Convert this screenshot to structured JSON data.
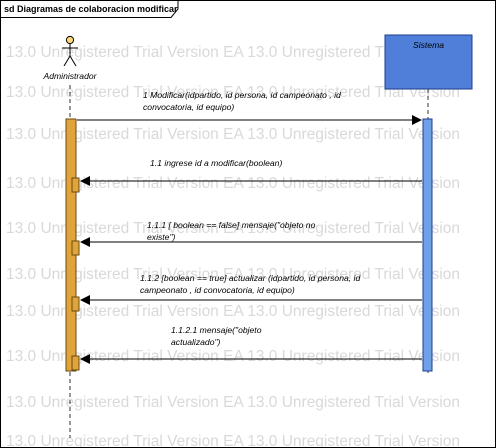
{
  "frame": {
    "label": "sd Diagramas de colaboracion modificar"
  },
  "watermark": {
    "text": "13.0 Unregistered Trial Version   EA 13.0 Unregistered Trial Version"
  },
  "actor": {
    "name": "Administrador"
  },
  "system": {
    "name": "Sistema"
  },
  "colors": {
    "actor_bar": "#e0a43a",
    "system_bar": "#6fa0e8",
    "system_box": "#4f7fd8"
  },
  "messages": [
    {
      "lines": [
        "1 Modificar(idpartido, id persona, id campeonato , id",
        "convocatoria, id equipo)"
      ]
    },
    {
      "lines": [
        "1.1 ingrese id a modificar(boolean)"
      ]
    },
    {
      "lines": [
        "1.1.1 [ boolean == false] mensaje(\"objeto no",
        "existe\")"
      ]
    },
    {
      "lines": [
        "1.1.2  [boolean == true] actualizar (idpartido, id persona, id",
        "campeonato , id convocatoria, id equipo)"
      ]
    },
    {
      "lines": [
        "1.1.2.1 mensaje(\"objeto",
        "actualizado\")"
      ]
    }
  ]
}
